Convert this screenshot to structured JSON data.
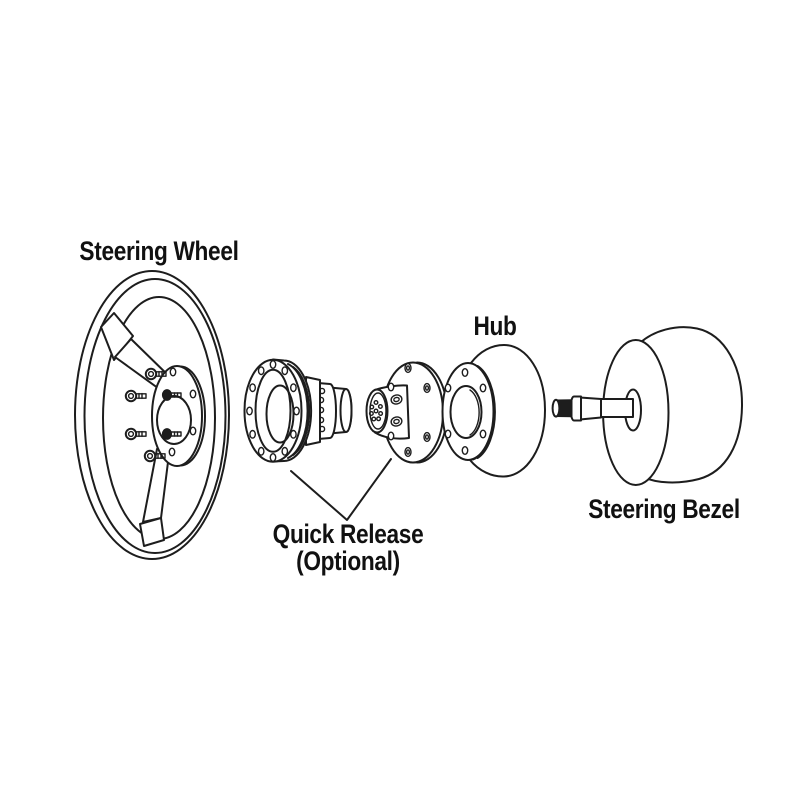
{
  "page": {
    "background": "#ffffff"
  },
  "diagram": {
    "line_color": "#1d1d1d",
    "text_color": "#111111",
    "labels": {
      "steering_wheel": "Steering Wheel",
      "hub": "Hub",
      "quick_release_line1": "Quick Release",
      "quick_release_line2": "(Optional)",
      "steering_bezel": "Steering Bezel"
    }
  }
}
